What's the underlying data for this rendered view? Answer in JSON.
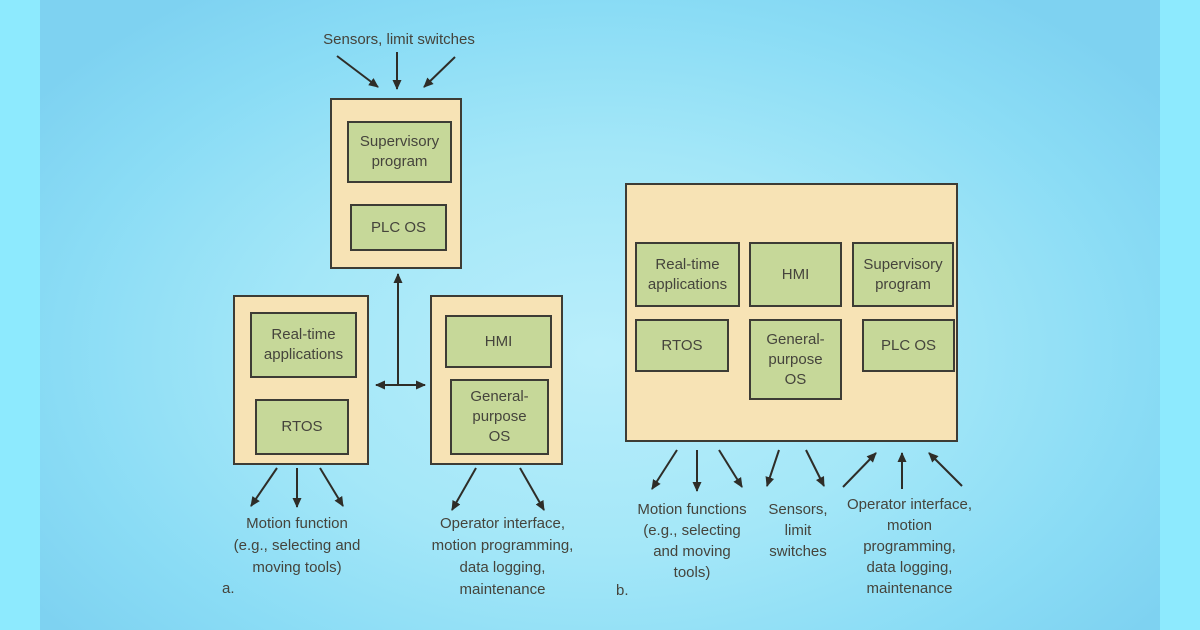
{
  "figure": {
    "colors": {
      "background_main": "#9fe3f6",
      "background_side_bars": "#8deafe",
      "unit_fill": "#f7e3b5",
      "module_fill": "#c6d899",
      "border": "#3d3c35",
      "text": "#45443c",
      "arrow": "#2e2d28"
    }
  },
  "diagram_a": {
    "caption": "a.",
    "sensors_label": "Sensors, limit switches",
    "plc_unit": {
      "modules": [
        {
          "label": "Supervisory\nprogram"
        },
        {
          "label": "PLC OS"
        }
      ]
    },
    "realtime_unit": {
      "modules": [
        {
          "label": "Real-time\napplications"
        },
        {
          "label": "RTOS"
        }
      ]
    },
    "hmi_unit": {
      "modules": [
        {
          "label": "HMI"
        },
        {
          "label": "General-\npurpose\nOS"
        }
      ]
    },
    "motion_label": "Motion function\n(e.g., selecting and\nmoving tools)",
    "operator_label": "Operator interface,\nmotion programming,\ndata logging,\nmaintenance"
  },
  "diagram_b": {
    "caption": "b.",
    "integrated_unit": {
      "modules": [
        {
          "label": "Real-time\napplications"
        },
        {
          "label": "HMI"
        },
        {
          "label": "Supervisory\nprogram"
        },
        {
          "label": "RTOS"
        },
        {
          "label": "General-\npurpose\nOS"
        },
        {
          "label": "PLC OS"
        }
      ]
    },
    "motion_label": "Motion functions\n(e.g., selecting\nand moving\ntools)",
    "sensors_label": "Sensors,\nlimit\nswitches",
    "operator_label": "Operator interface,\nmotion\nprogramming,\ndata logging,\nmaintenance"
  }
}
